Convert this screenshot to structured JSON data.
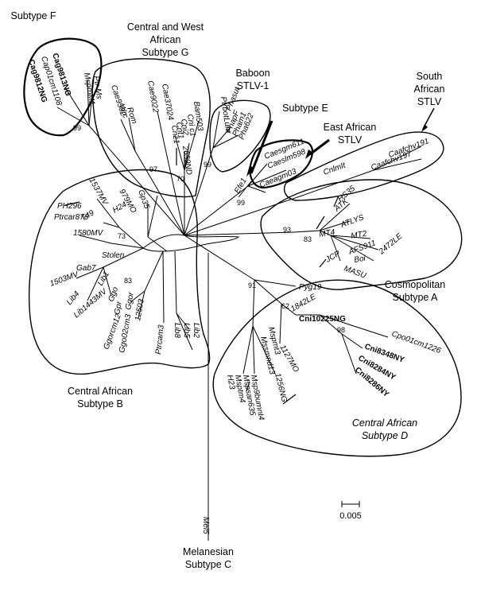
{
  "groups": {
    "subtype_f": "Subtype F",
    "subtype_g_line1": "Central and West",
    "subtype_g_line2": "African",
    "subtype_g_line3": "Subtype G",
    "baboon_line1": "Baboon",
    "baboon_line2": "STLV-1",
    "subtype_e": "Subtype E",
    "east_african_line1": "East African",
    "east_african_line2": "STLV",
    "south_african_line1": "South",
    "south_african_line2": "African",
    "south_african_line3": "STLV",
    "cosmopolitan_line1": "Cosmopolitan",
    "cosmopolitan_line2": "Subtype A",
    "subtype_b_line1": "Central African",
    "subtype_b_line2": "Subtype B",
    "subtype_d_line1": "Central African",
    "subtype_d_line2": "Subtype D",
    "subtype_c_line1": "Melanesian",
    "subtype_c_line2": "Subtype C"
  },
  "leaves": {
    "cag9813ng": "Cag9813NG",
    "cag9812ng": "Cag9812NG",
    "cap01cm1108": "Cap01cm1108",
    "mspmm1": "MspmM1",
    "pteMs": "Ptr-Ms",
    "cae9502": "Cae9502",
    "wrc": "Wrc",
    "rom": "Rom",
    "cae37024": "Cae37024",
    "cae9022": "Cae9022",
    "bam503": "Bam503",
    "cnic1": "Cni c1",
    "cni2": "Cni2",
    "cnt1": "Cnt1",
    "cnz1": "Cnz1",
    "2659nd": "2659ND",
    "ptrbot": "PtrbotLum",
    "phasut": "Phasut",
    "phapf": "PhapF",
    "pham1": "Pham1",
    "pha622": "Pha622",
    "caesgm611": "Caesgm611",
    "caeslm598": "Caeslm598",
    "caeagm03": "Caeagm03",
    "efe1": "Efe1",
    "cnlm8": "CnlmIt",
    "caafchv191": "Caafchv191",
    "caafchv197": "Caafchv197",
    "hs35": "HS35",
    "atk": "ATK",
    "atlys": "ATLYS",
    "mt4": "MT4",
    "mt2": "MT2",
    "2472le": "2472LE",
    "afs911": "AFS911",
    "boi": "Boi",
    "jcp": "JCP",
    "masu": "MASU",
    "pyg19": "Pyg19",
    "1842le": "1842LE",
    "cni10225ng": "Cni10225NG",
    "cpo01cm1226": "Cpo01cm1226",
    "cni8348ny": "Cni8348NY",
    "cni8284ny": "Cni8284NY",
    "cni8286ny": "Cni8286NY",
    "1127mo": "1127MO",
    "mspmt3": "Mspmt3",
    "mssmnd13": "Mssmnd13",
    "1256ng": "1256NG",
    "msp9bumnt4": "Msp9bumnt4",
    "mspsan635": "Mspsan635",
    "msptm4": "Msptm4",
    "h23": "H23",
    "1537mv": "1537MV",
    "979mo": "979MO",
    "h24": "H24",
    "gp35": "Gp35",
    "ph296": "PH296",
    "t49": "T49",
    "ptrcar876": "Ptrcar876",
    "1580mv": "1580MV",
    "stolen": "Stolen",
    "gab7": "Gab7",
    "1503mv": "1503MV",
    "lib4": "Lib4",
    "lib1443mv": "Lib1443MV",
    "lib1": "Lib1",
    "ggo": "Ggo",
    "gpr": "Gpr",
    "ggor": "Ggor",
    "ggorcm12": "Ggorcm12",
    "ggo02cm3": "Ggo02cm3",
    "12503": "12503",
    "ptrcam3": "Ptrcam3",
    "lib8": "Lib8",
    "lib5": "Lib5",
    "lib2": "Lib2",
    "mel5": "Mel5"
  },
  "bootstrap": {
    "b99a": "99",
    "b97": "97",
    "b70": "70",
    "b99b": "99",
    "b99c": "99",
    "b93": "93",
    "b83": "83",
    "b91": "91",
    "b62": "62",
    "b98": "98",
    "b73": "73",
    "b83b": "83"
  },
  "scale_bar": "0.005"
}
